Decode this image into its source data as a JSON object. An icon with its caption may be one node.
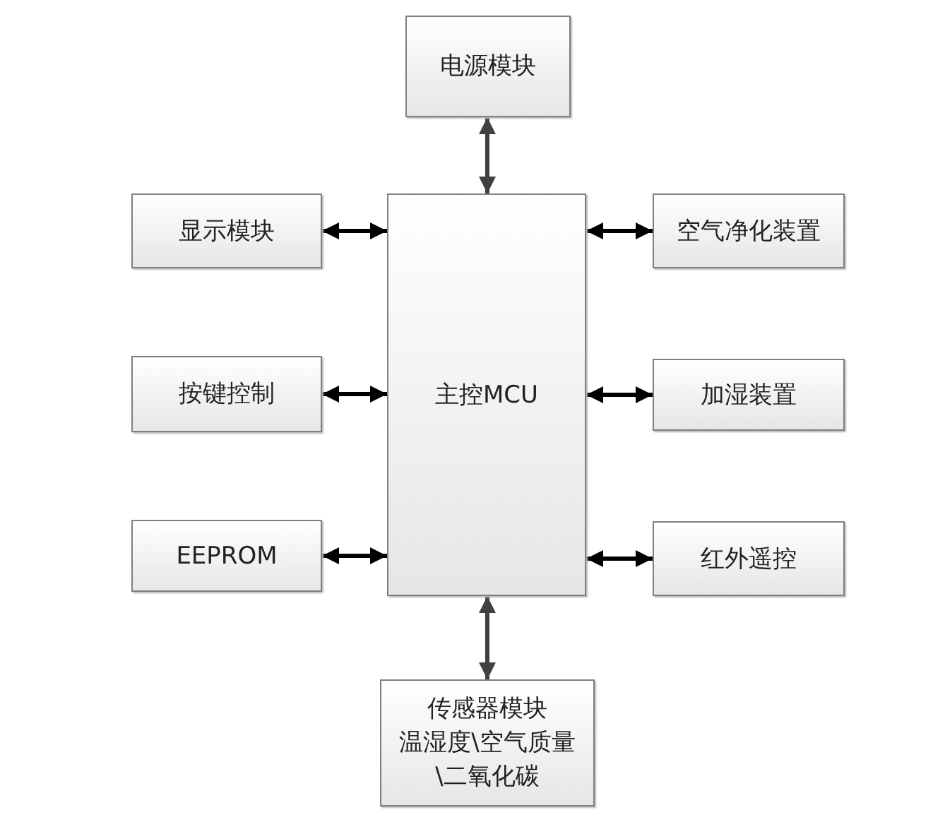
{
  "diagram": {
    "nodes": [
      {
        "text": [
          "电源模块"
        ]
      },
      {
        "text": [
          "显示模块"
        ]
      },
      {
        "text": [
          "主控MCU"
        ]
      },
      {
        "text": [
          "空气净化装置"
        ]
      },
      {
        "text": [
          "按键控制"
        ]
      },
      {
        "text": [
          "加湿装置"
        ]
      },
      {
        "text": [
          "EEPROM"
        ]
      },
      {
        "text": [
          "红外遥控"
        ]
      },
      {
        "text": [
          "传感器模块",
          "温湿度\\空气质量\\二氧化碳"
        ]
      }
    ],
    "edges": [
      {
        "from": 0,
        "to": 2,
        "arrow": "both",
        "color": "#404040"
      },
      {
        "from": 1,
        "to": 2,
        "arrow": "both"
      },
      {
        "from": 3,
        "to": 2,
        "arrow": "both"
      },
      {
        "from": 4,
        "to": 2,
        "arrow": "both"
      },
      {
        "from": 5,
        "to": 2,
        "arrow": "both"
      },
      {
        "from": 6,
        "to": 2,
        "arrow": "both"
      },
      {
        "from": 7,
        "to": 2,
        "arrow": "both"
      },
      {
        "from": 8,
        "to": 2,
        "arrow": "both",
        "color": "#404040"
      }
    ]
  }
}
